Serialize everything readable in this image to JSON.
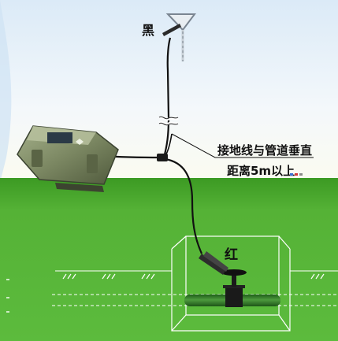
{
  "labels": {
    "black_clip": "黑",
    "red_clip": "红",
    "note_line1": "接地线与管道垂直",
    "note_line2": "距离5m以上"
  },
  "colors": {
    "sky_top": "#e9f3fb",
    "ground": "#4aa52e",
    "ground_dark": "#3d8f25",
    "pipe": "#2f7d25",
    "device_body": "#7b8a62",
    "wire": "#111111"
  }
}
